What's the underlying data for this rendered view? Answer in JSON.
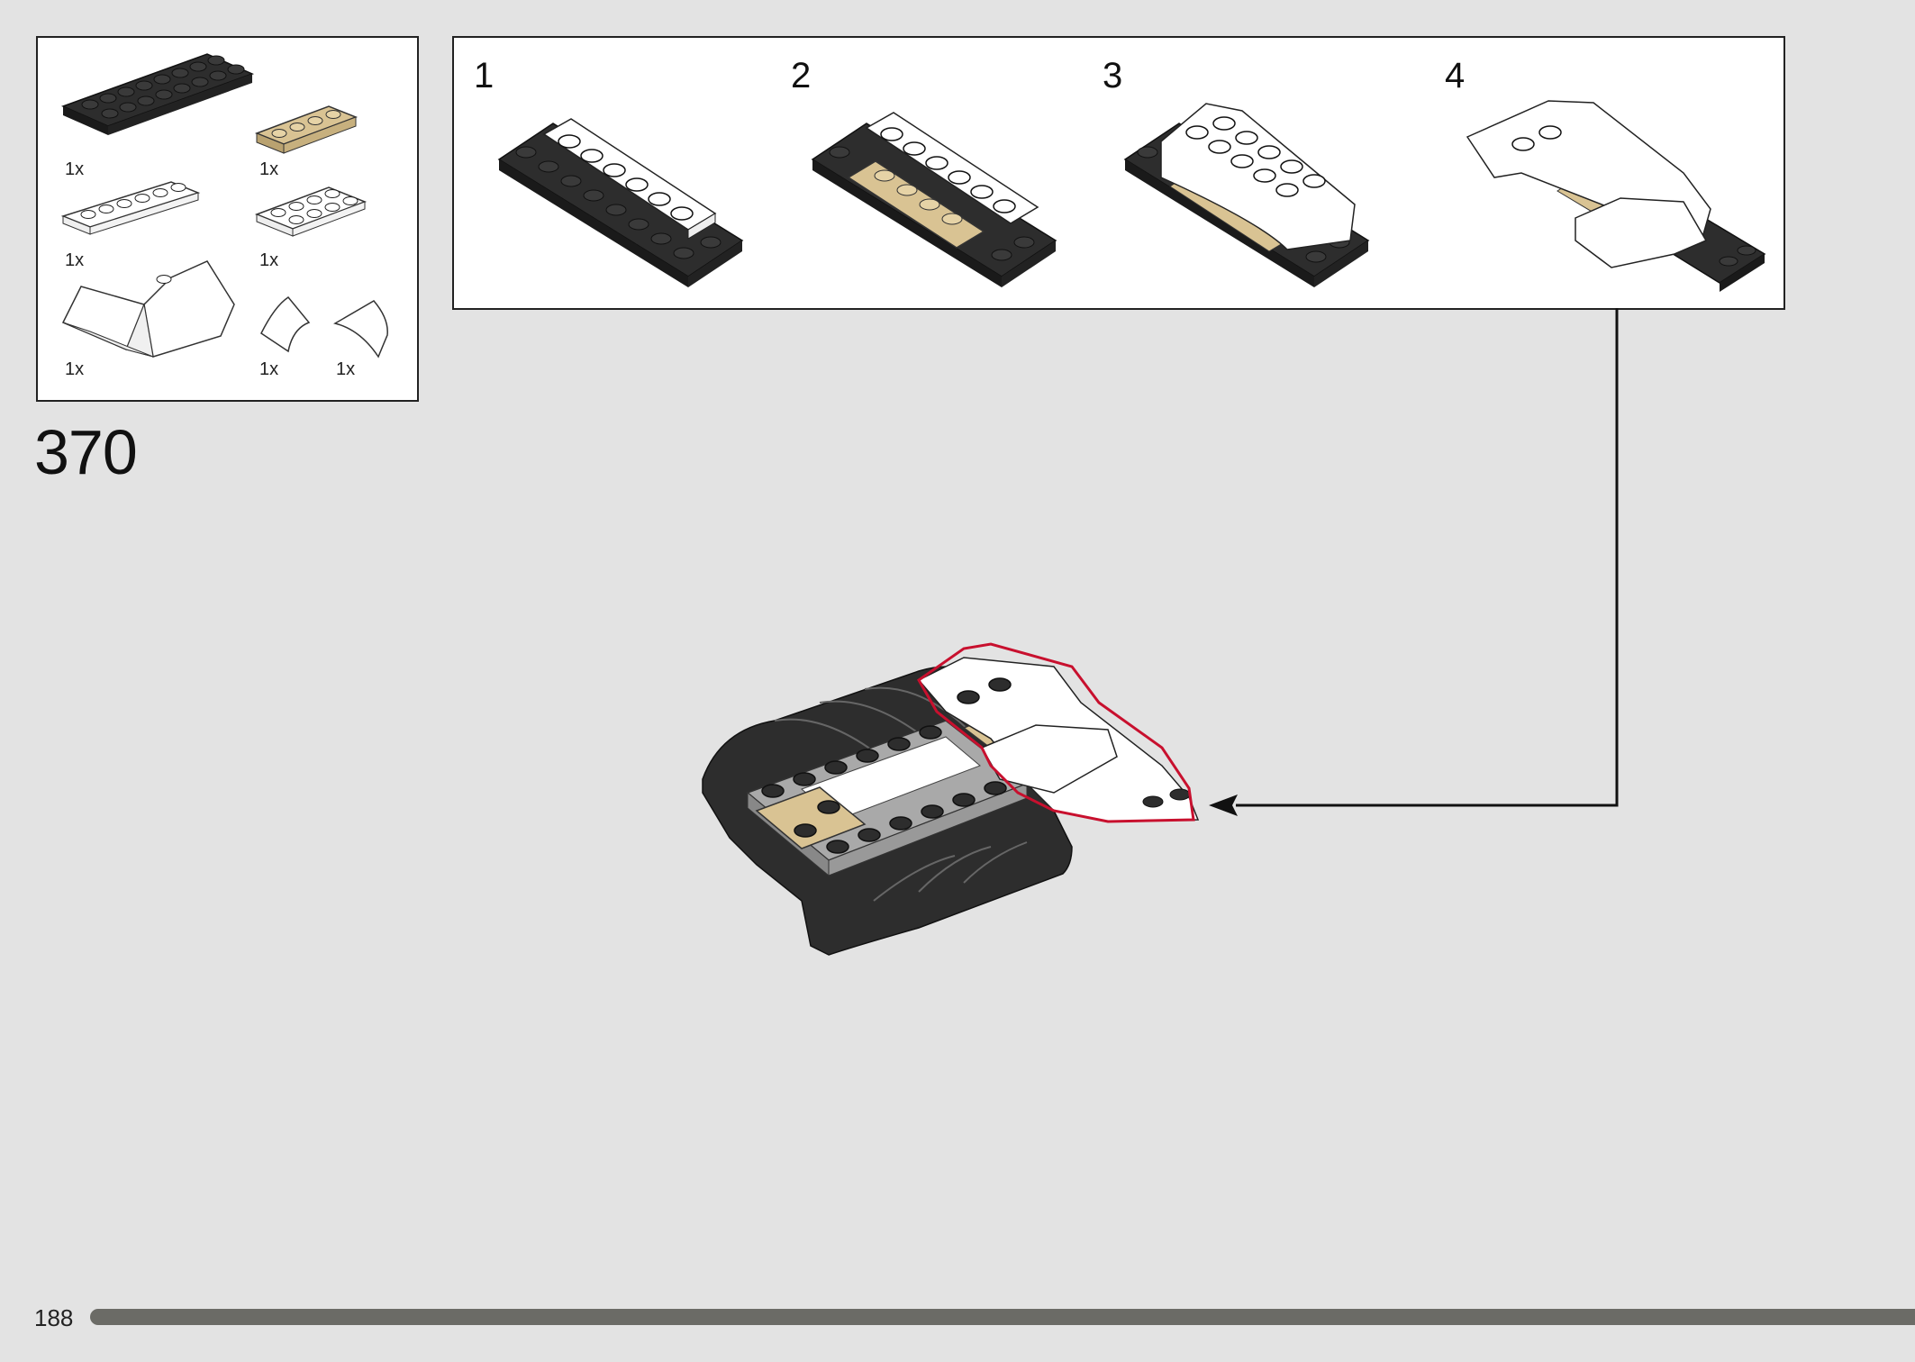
{
  "step": {
    "number": "370"
  },
  "parts": [
    {
      "name": "black-plate-2x8",
      "qty": "1x"
    },
    {
      "name": "tan-plate-1x4",
      "qty": "1x"
    },
    {
      "name": "white-plate-1x6",
      "qty": "1x"
    },
    {
      "name": "white-plate-2x4",
      "qty": "1x"
    },
    {
      "name": "white-wedge-cockpit",
      "qty": "1x"
    },
    {
      "name": "white-curved-slope-left",
      "qty": "1x"
    },
    {
      "name": "white-curved-slope-right",
      "qty": "1x"
    }
  ],
  "substeps": [
    {
      "label": "1"
    },
    {
      "label": "2"
    },
    {
      "label": "3"
    },
    {
      "label": "4"
    }
  ],
  "footer": {
    "page_number": "188",
    "progress": 1.0
  },
  "colors": {
    "background": "#e3e3e3",
    "black_brick": "#2a2a2a",
    "tan_brick": "#d9c393",
    "gray_brick": "#a9a9a9",
    "highlight": "#c8102e",
    "progress": "#6b6b66"
  }
}
